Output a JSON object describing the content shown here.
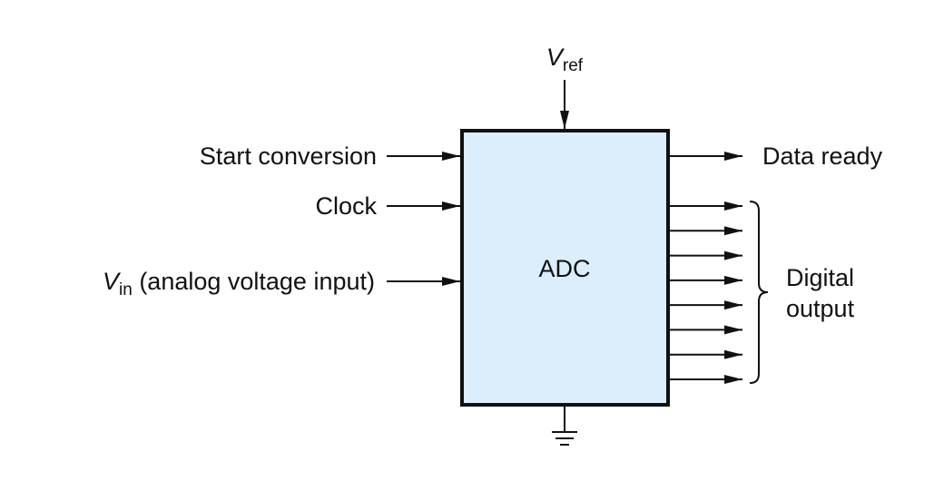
{
  "diagram": {
    "block_label": "ADC",
    "block_fill": "#dceefb",
    "vref": {
      "main": "V",
      "sub": "ref"
    },
    "vin": {
      "main": "V",
      "sub": "in",
      "rest": " (analog voltage input)"
    },
    "inputs": {
      "start": "Start conversion",
      "clock": "Clock"
    },
    "outputs": {
      "data_ready": "Data ready",
      "digital_line1": "Digital",
      "digital_line2": "output",
      "bit_count": 8
    },
    "ground_symbol": "ground-icon"
  }
}
